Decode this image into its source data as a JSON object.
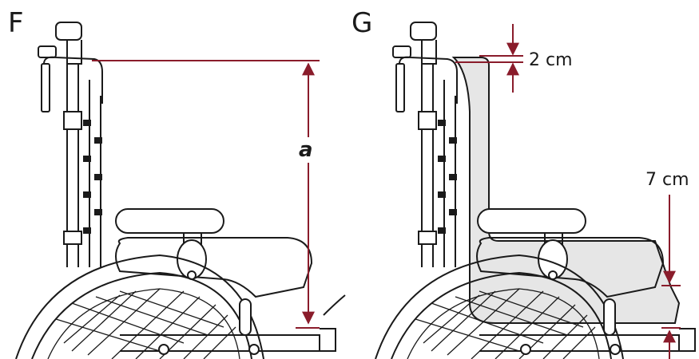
{
  "panels": {
    "left": {
      "letter": "F",
      "dimension_label": "a"
    },
    "right": {
      "letter": "G",
      "top_dimension": "2 cm",
      "seat_dimension": "7 cm"
    }
  },
  "colors": {
    "line": "#1a1a1a",
    "dimension": "#8a1c2b",
    "cushion_fill": "#e6e6e6"
  }
}
